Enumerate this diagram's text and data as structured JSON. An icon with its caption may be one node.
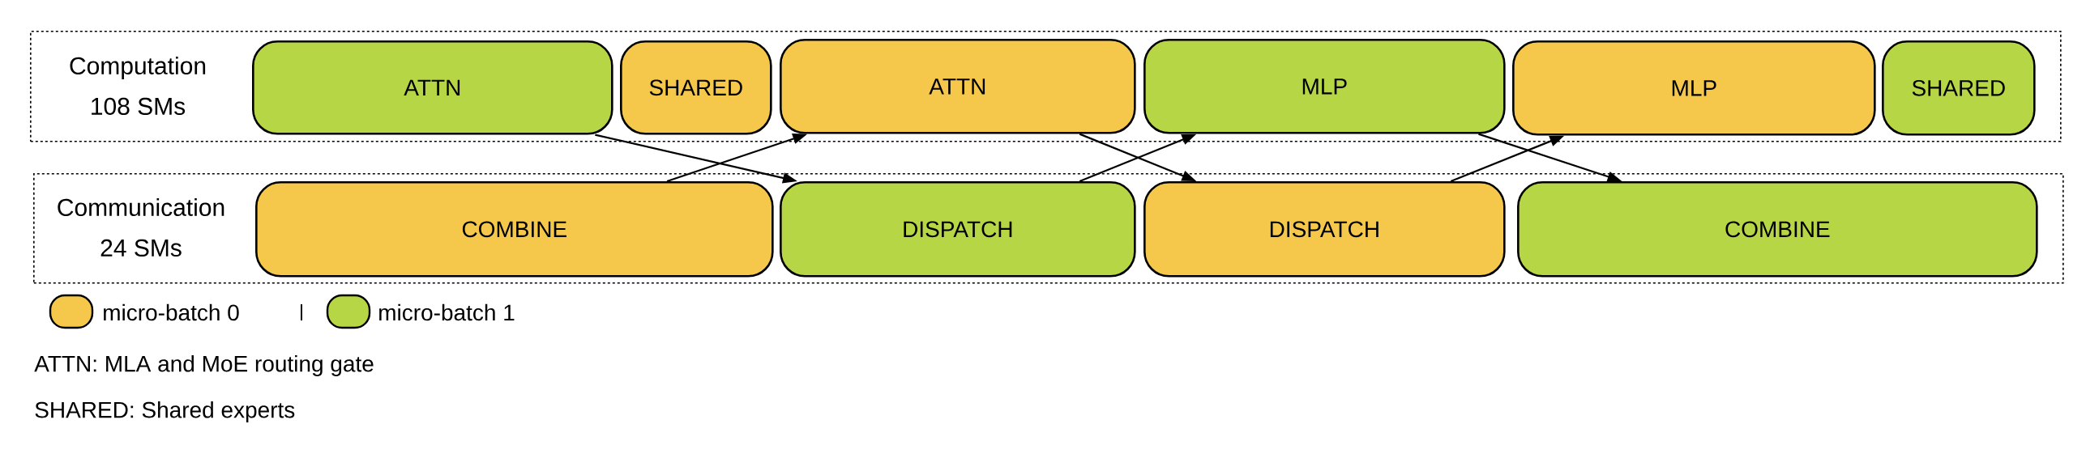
{
  "diagram": {
    "nodes": [
      {
        "text": [
          "Computation",
          "108 SMs"
        ]
      },
      {
        "text": [
          "ATTN"
        ],
        "in": 0
      },
      {
        "text": [
          "SHARED"
        ],
        "in": 0
      },
      {
        "text": [
          "ATTN"
        ],
        "in": 0
      },
      {
        "text": [
          "MLP"
        ],
        "in": 0
      },
      {
        "text": [
          "MLP"
        ],
        "in": 0
      },
      {
        "text": [
          "SHARED"
        ],
        "in": 0
      },
      {
        "text": [
          "Communication",
          "24 SMs"
        ]
      },
      {
        "text": [
          "COMBINE"
        ],
        "in": 7
      },
      {
        "text": [
          "DISPATCH"
        ],
        "in": 7
      },
      {
        "text": [
          "DISPATCH"
        ],
        "in": 7
      },
      {
        "text": [
          "COMBINE"
        ],
        "in": 7
      }
    ],
    "edges": [
      {
        "from": 1,
        "to": 9,
        "arrow": "to"
      },
      {
        "from": 8,
        "to": 3,
        "arrow": "to"
      },
      {
        "from": 3,
        "to": 10,
        "arrow": "to"
      },
      {
        "from": 9,
        "to": 4,
        "arrow": "to"
      },
      {
        "from": 4,
        "to": 11,
        "arrow": "to"
      },
      {
        "from": 10,
        "to": 5,
        "arrow": "to"
      }
    ],
    "labels": [
      "ATTN: MLA and MoE routing gate",
      "SHARED: Shared experts"
    ],
    "legend": [
      {
        "text": "micro-batch 0",
        "color": "#f5c84c"
      },
      {
        "text": "micro-batch 1",
        "color": "#b7d646"
      }
    ]
  }
}
